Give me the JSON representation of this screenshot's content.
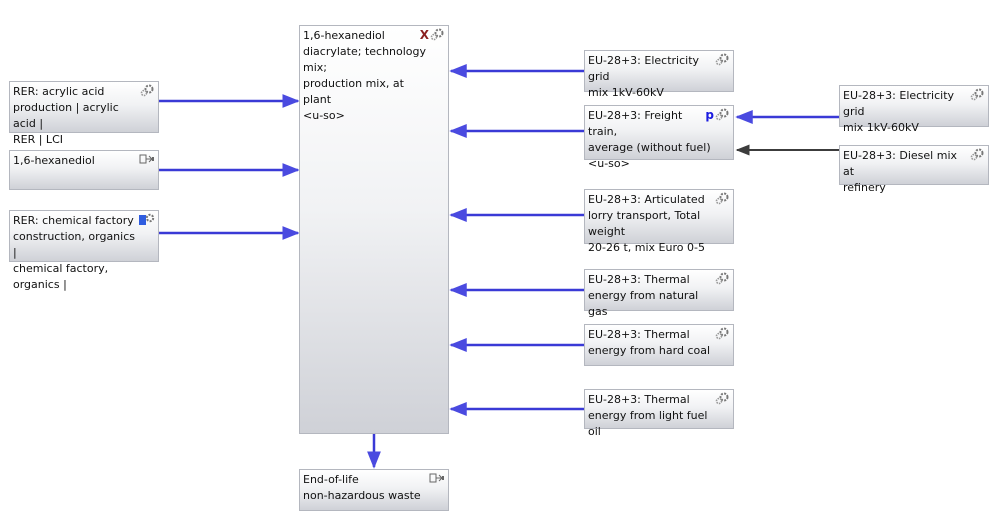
{
  "nodes": {
    "main": {
      "label": "1,6-hexanediol\ndiacrylate; technology mix;\nproduction mix, at plant\n<u-so>",
      "marker": "X",
      "icon": "gear-icon"
    },
    "acrylic": {
      "label": "RER: acrylic acid\nproduction | acrylic acid |\nRER | LCI",
      "icon": "gear-icon"
    },
    "hexanediol": {
      "label": "1,6-hexanediol",
      "icon": "flow-icon"
    },
    "chemfactory": {
      "label": "RER: chemical factory\nconstruction, organics |\nchemical factory, organics |",
      "icon": "gear-flag-icon"
    },
    "elec1": {
      "label": "EU-28+3: Electricity grid\nmix 1kV-60kV",
      "icon": "gear-icon"
    },
    "freight": {
      "label": "EU-28+3: Freight train,\naverage (without fuel)\n<u-so>",
      "marker": "p",
      "icon": "gear-icon"
    },
    "lorry": {
      "label": "EU-28+3: Articulated\nlorry transport, Total weight\n20-26 t, mix Euro 0-5",
      "icon": "gear-icon"
    },
    "gas": {
      "label": "EU-28+3: Thermal\nenergy from natural gas",
      "icon": "gear-icon"
    },
    "coal": {
      "label": "EU-28+3: Thermal\nenergy from hard coal",
      "icon": "gear-icon"
    },
    "fueloil": {
      "label": "EU-28+3: Thermal\nenergy from light fuel oil",
      "icon": "gear-icon"
    },
    "elec2": {
      "label": "EU-28+3: Electricity grid\nmix 1kV-60kV",
      "icon": "gear-icon"
    },
    "diesel": {
      "label": "EU-28+3: Diesel mix at\nrefinery",
      "icon": "gear-icon"
    },
    "eol": {
      "label": "End-of-life\nnon-hazardous waste",
      "icon": "flow-icon"
    }
  },
  "colors": {
    "flow": "#3a3ad6",
    "flow_dark": "#3c3c3c",
    "box_border": "#b4b7bf"
  }
}
